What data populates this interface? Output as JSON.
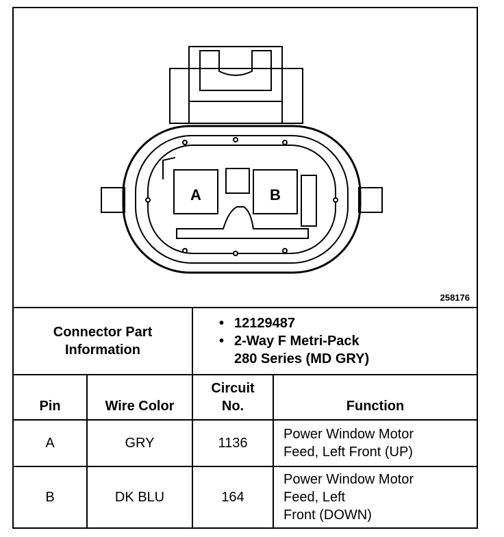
{
  "diagram": {
    "drawing_number": "258176",
    "terminal_labels": [
      "A",
      "B"
    ]
  },
  "connector_info": {
    "label_lines": [
      "Connector Part",
      "Information"
    ],
    "bullets": [
      {
        "lines": [
          "12129487"
        ]
      },
      {
        "lines": [
          "2-Way F Metri-Pack",
          "280 Series (MD GRY)"
        ]
      }
    ]
  },
  "table": {
    "headers": {
      "pin": "Pin",
      "wire_color": "Wire Color",
      "circuit_line1": "Circuit",
      "circuit_line2": "No.",
      "function": "Function"
    },
    "rows": [
      {
        "pin": "A",
        "wire_color": "GRY",
        "circuit": "1136",
        "function_lines": [
          "Power Window Motor",
          "Feed, Left Front (UP)"
        ]
      },
      {
        "pin": "B",
        "wire_color": "DK BLU",
        "circuit": "164",
        "function_lines": [
          "Power Window Motor",
          "Feed, Left",
          "Front (DOWN)"
        ]
      }
    ]
  }
}
